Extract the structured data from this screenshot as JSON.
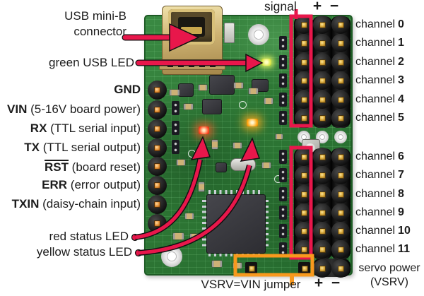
{
  "colors": {
    "annotation_red": "#e8174b",
    "annotation_orange": "#f8991d",
    "board_green": "#2f7c36"
  },
  "left_labels": {
    "usb_line1": "USB mini-B",
    "usb_line2": "connector",
    "green_usb_led": "green USB LED",
    "pins": [
      {
        "name": "GND",
        "desc": ""
      },
      {
        "name": "VIN",
        "desc": " (5-16V board power)"
      },
      {
        "name": "RX",
        "desc": " (TTL serial input)"
      },
      {
        "name": "TX",
        "desc": " (TTL serial output)"
      },
      {
        "name": "RST",
        "desc": " (board reset)"
      },
      {
        "name": "ERR",
        "desc": " (error output)"
      },
      {
        "name": "TXIN",
        "desc": " (daisy-chain input)"
      }
    ],
    "red_status_led": "red status LED",
    "yellow_status_led": "yellow status LED"
  },
  "top_labels": {
    "signal": "signal",
    "plus": "+",
    "minus": "−"
  },
  "right_labels": {
    "channels": [
      {
        "label": "channel",
        "num": "0"
      },
      {
        "label": "channel",
        "num": "1"
      },
      {
        "label": "channel",
        "num": "2"
      },
      {
        "label": "channel",
        "num": "3"
      },
      {
        "label": "channel",
        "num": "4"
      },
      {
        "label": "channel",
        "num": "5"
      },
      {
        "label": "channel",
        "num": "6"
      },
      {
        "label": "channel",
        "num": "7"
      },
      {
        "label": "channel",
        "num": "8"
      },
      {
        "label": "channel",
        "num": "9"
      },
      {
        "label": "channel",
        "num": "10"
      },
      {
        "label": "channel",
        "num": "11"
      }
    ],
    "servo_line1": "servo power",
    "servo_line2": "(VSRV)"
  },
  "bottom_labels": {
    "jumper": "VSRV=VIN jumper",
    "plus": "+",
    "minus": "−"
  }
}
